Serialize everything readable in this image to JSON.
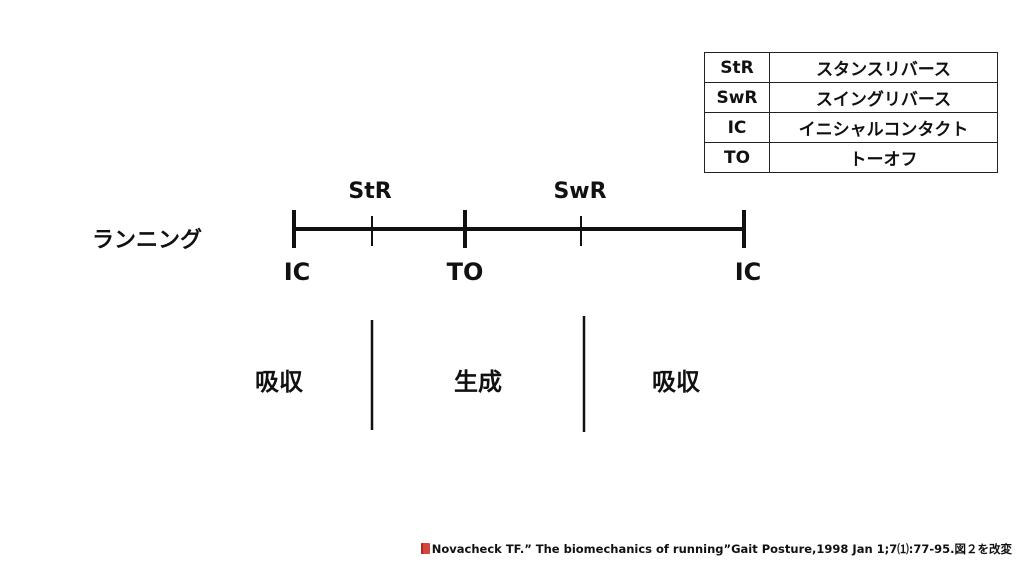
{
  "legend": {
    "rows": [
      {
        "abbr": "StR",
        "full": "スタンスリバース"
      },
      {
        "abbr": "SwR",
        "full": "スイングリバース"
      },
      {
        "abbr": "IC",
        "full": "イニシャルコンタクト"
      },
      {
        "abbr": "TO",
        "full": "トーオフ"
      }
    ]
  },
  "diagram": {
    "row_label": "ランニング",
    "top_labels": {
      "str": "StR",
      "swr": "SwR"
    },
    "bottom_labels": {
      "ic_start": "IC",
      "to": "TO",
      "ic_end": "IC"
    },
    "phases": {
      "first": "吸収",
      "middle": "生成",
      "last": "吸収"
    }
  },
  "citation": "Novacheck TF.” The biomechanics of running”Gait Posture,1998 Jan 1;7⑴:77-95.図２を改変"
}
